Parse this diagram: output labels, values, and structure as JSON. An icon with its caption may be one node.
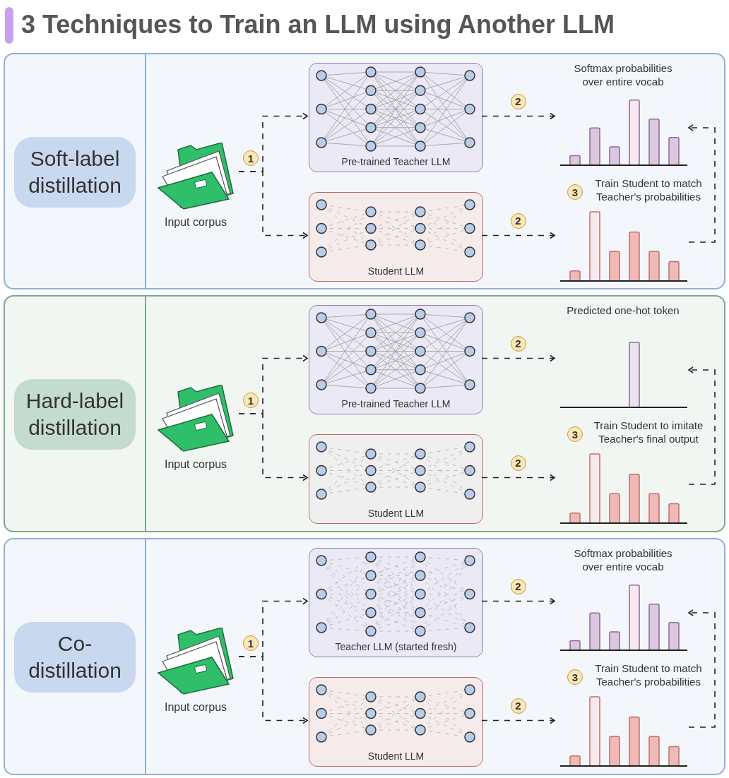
{
  "diagram": {
    "title": "3 Techniques to Train an LLM using Another LLM",
    "nodes": [
      {
        "text": [],
        "shape": "box"
      },
      {
        "text": [
          "Soft-label distillation"
        ],
        "in": 0
      },
      {
        "text": [
          "Input corpus"
        ],
        "in": 0
      },
      {
        "text": [
          "Pre-trained Teacher LLM"
        ],
        "in": 0
      },
      {
        "text": [
          "Student LLM"
        ],
        "in": 0
      },
      {
        "text": [
          "Softmax probabilities over entire vocab"
        ],
        "in": 0
      },
      {
        "text": [],
        "shape": "chart",
        "in": 0
      },
      {
        "text": [],
        "shape": "box"
      },
      {
        "text": [
          "Hard-label distillation"
        ],
        "in": 7
      },
      {
        "text": [
          "Input corpus"
        ],
        "in": 7
      },
      {
        "text": [
          "Pre-trained Teacher LLM"
        ],
        "in": 7
      },
      {
        "text": [
          "Student LLM"
        ],
        "in": 7
      },
      {
        "text": [
          "Predicted one-hot token"
        ],
        "in": 7
      },
      {
        "text": [],
        "shape": "chart",
        "in": 7
      },
      {
        "text": [],
        "shape": "box"
      },
      {
        "text": [
          "Co-distillation"
        ],
        "in": 14
      },
      {
        "text": [
          "Input corpus"
        ],
        "in": 14
      },
      {
        "text": [
          "Teacher LLM (started fresh)"
        ],
        "in": 14
      },
      {
        "text": [
          "Student LLM"
        ],
        "in": 14
      },
      {
        "text": [
          "Softmax probabilities over entire vocab"
        ],
        "in": 14
      },
      {
        "text": [],
        "shape": "chart",
        "in": 14
      }
    ],
    "edges": [
      {
        "from": 2,
        "to": 3,
        "arrow": "to",
        "style": "dashed",
        "label": "1"
      },
      {
        "from": 2,
        "to": 4,
        "arrow": "to",
        "style": "dashed"
      },
      {
        "from": 3,
        "to": 5,
        "arrow": "to",
        "style": "dashed",
        "label": "2"
      },
      {
        "from": 4,
        "to": 6,
        "arrow": "to",
        "style": "dashed",
        "label": "2"
      },
      {
        "from": 6,
        "to": 5,
        "arrow": "to",
        "style": "dashed",
        "label": "Train Student to match Teacher's probabilities"
      },
      {
        "from": 9,
        "to": 10,
        "arrow": "to",
        "style": "dashed",
        "label": "1"
      },
      {
        "from": 9,
        "to": 11,
        "arrow": "to",
        "style": "dashed"
      },
      {
        "from": 10,
        "to": 12,
        "arrow": "to",
        "style": "dashed",
        "label": "2"
      },
      {
        "from": 11,
        "to": 13,
        "arrow": "to",
        "style": "dashed",
        "label": "2"
      },
      {
        "from": 13,
        "to": 12,
        "arrow": "to",
        "style": "dashed",
        "label": "Train Student to imitate Teacher's final output"
      },
      {
        "from": 16,
        "to": 17,
        "arrow": "to",
        "style": "dashed",
        "label": "1"
      },
      {
        "from": 16,
        "to": 18,
        "arrow": "to",
        "style": "dashed"
      },
      {
        "from": 17,
        "to": 19,
        "arrow": "to",
        "style": "dashed",
        "label": "2"
      },
      {
        "from": 18,
        "to": 20,
        "arrow": "to",
        "style": "dashed",
        "label": "2"
      },
      {
        "from": 20,
        "to": 19,
        "arrow": "to",
        "style": "dashed",
        "label": "Train Student to match Teacher's probabilities"
      }
    ],
    "labels": [
      "3",
      "3",
      "3"
    ]
  }
}
